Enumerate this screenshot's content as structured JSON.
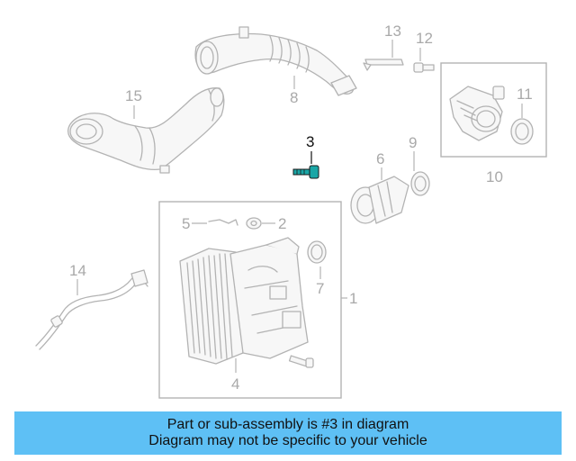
{
  "callouts": {
    "c1": "1",
    "c2": "2",
    "c3": "3",
    "c4": "4",
    "c5": "5",
    "c6": "6",
    "c7": "7",
    "c8": "8",
    "c9": "9",
    "c10": "10",
    "c11": "11",
    "c12": "12",
    "c13": "13",
    "c14": "14",
    "c15": "15"
  },
  "highlighted_part": "3",
  "banner": {
    "line1": "Part or sub-assembly is #3 in diagram",
    "line2": "Diagram may not be specific to your vehicle"
  },
  "colors": {
    "banner_bg": "#5ec0f5",
    "highlight_part": "#1aa6a6",
    "line_gray": "#b3b3b3"
  }
}
